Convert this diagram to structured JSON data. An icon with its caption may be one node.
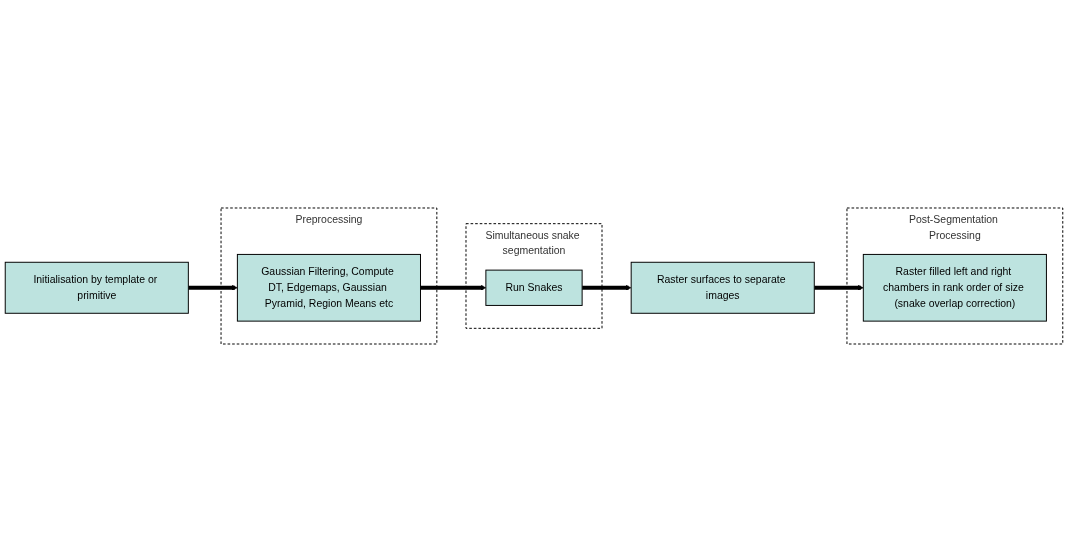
{
  "diagram": {
    "nodes": [
      {
        "text": [
          "Initialisation by template or primitive"
        ]
      },
      {
        "text": [
          "Preprocessing"
        ]
      },
      {
        "text": [
          "Gaussian Filtering, Compute DT, Edgemaps, Gaussian Pyramid, Region Means etc"
        ],
        "in": 1
      },
      {
        "text": [
          "Simultaneous snake segmentation"
        ]
      },
      {
        "text": [
          "Run Snakes"
        ],
        "in": 3
      },
      {
        "text": [
          "Raster surfaces to separate images"
        ]
      },
      {
        "text": [
          "Post-Segmentation Processing"
        ]
      },
      {
        "text": [
          "Raster filled left and right chambers in rank order of size (snake overlap correction)"
        ],
        "in": 6
      }
    ],
    "edges": [
      {
        "from": 0,
        "to": 2,
        "arrow": "to"
      },
      {
        "from": 2,
        "to": 4,
        "arrow": "to"
      },
      {
        "from": 4,
        "to": 5,
        "arrow": "to"
      },
      {
        "from": 5,
        "to": 7,
        "arrow": "to"
      }
    ]
  }
}
